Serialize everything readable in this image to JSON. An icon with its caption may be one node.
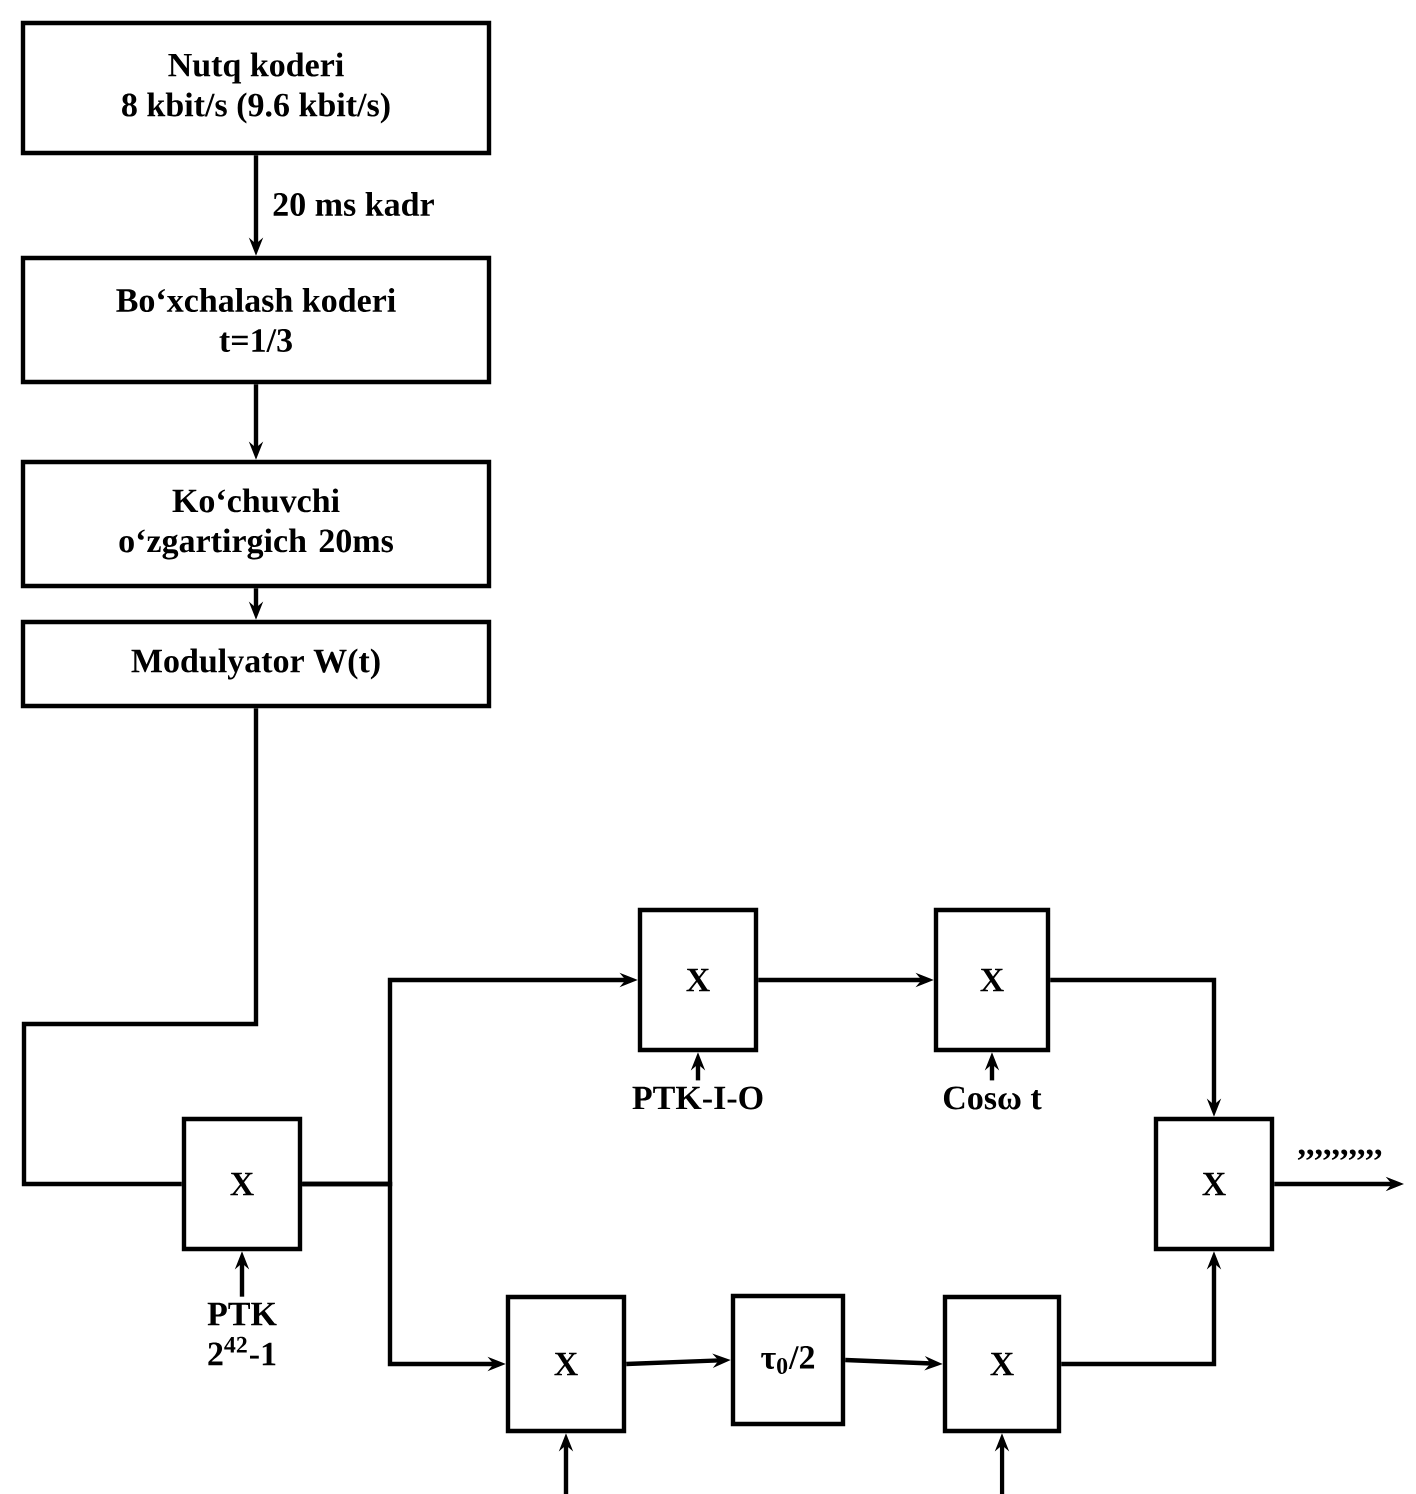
{
  "diagram": {
    "nodes": [
      {
        "text": [
          "Nutq koderi",
          "8 kbit/s (9.6 kbit/s)"
        ]
      },
      {
        "text": [
          "Bo‘xchalash koderi",
          "t=1/3"
        ]
      },
      {
        "text": [
          "Ko‘chuvchi o‘zgartirgich 20ms"
        ]
      },
      {
        "text": [
          "Modulyator W(t)"
        ]
      },
      {
        "text": [
          "X"
        ]
      },
      {
        "text": [
          "X"
        ]
      },
      {
        "text": [
          "X"
        ]
      },
      {
        "text": [
          "X"
        ]
      },
      {
        "text": [
          "X"
        ]
      },
      {
        "text": [
          "τ$_{0}$/2"
        ]
      },
      {
        "text": [
          "X"
        ]
      },
      {
        "text": [
          "PTK 2$^{42}$-1"
        ]
      },
      {
        "text": [
          "PTK-I-O"
        ]
      },
      {
        "text": [
          "Cosω t"
        ]
      }
    ],
    "edges": [
      {
        "from": 0,
        "to": 1,
        "arrow": "to",
        "label": "20 ms kadr"
      },
      {
        "from": 1,
        "to": 2,
        "arrow": "to"
      },
      {
        "from": 2,
        "to": 3,
        "arrow": "to"
      },
      {
        "from": 3,
        "to": 4,
        "arrow": "none"
      },
      {
        "from": 4,
        "to": 5,
        "arrow": "to"
      },
      {
        "from": 4,
        "to": 8,
        "arrow": "to"
      },
      {
        "from": 5,
        "to": 6,
        "arrow": "to"
      },
      {
        "from": 6,
        "to": 7,
        "arrow": "to"
      },
      {
        "from": 8,
        "to": 9,
        "arrow": "to"
      },
      {
        "from": 9,
        "to": 10,
        "arrow": "to"
      },
      {
        "from": 10,
        "to": 7,
        "arrow": "to"
      },
      {
        "from": 7,
        "to": null,
        "arrow": "to",
        "label": ",,,,,,,,,,"
      },
      {
        "from": 11,
        "to": 4,
        "arrow": "to"
      },
      {
        "from": 12,
        "to": 5,
        "arrow": "to"
      },
      {
        "from": 13,
        "to": 6,
        "arrow": "to"
      },
      {
        "from": null,
        "to": 8,
        "arrow": "to"
      },
      {
        "from": null,
        "to": 10,
        "arrow": "to"
      }
    ]
  }
}
